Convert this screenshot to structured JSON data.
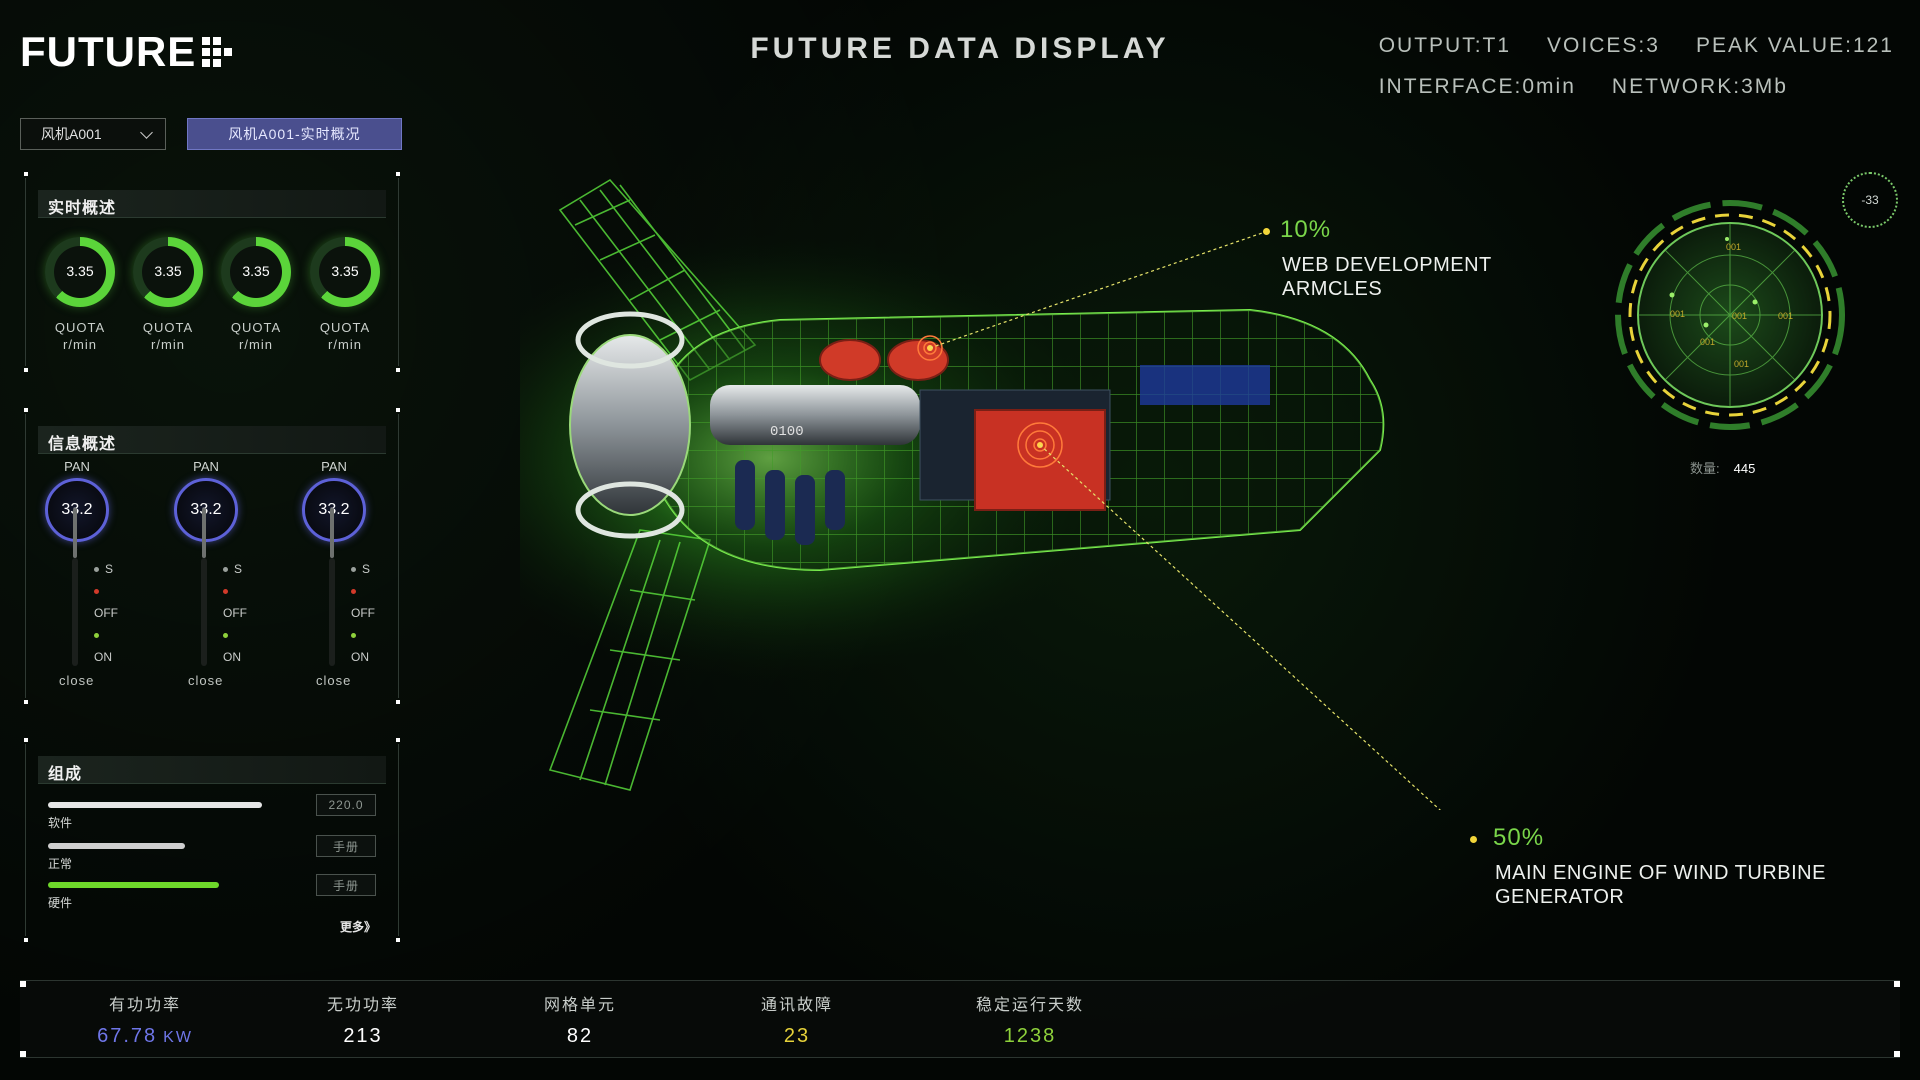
{
  "header": {
    "logo_text": "FUTURE",
    "title": "FUTURE DATA DISPLAY",
    "stats_row1": [
      {
        "label": "OUTPUT:",
        "value": "T1"
      },
      {
        "label": "VOICES:",
        "value": "3"
      },
      {
        "label": "PEAK VALUE:",
        "value": "121"
      }
    ],
    "stats_row2": [
      {
        "label": "INTERFACE:",
        "value": "0min"
      },
      {
        "label": "NETWORK:",
        "value": "3Mb"
      }
    ]
  },
  "controls": {
    "device_select_value": "风机A001",
    "overview_button": "风机A001-实时概况"
  },
  "realtime_panel": {
    "title": "实时概述",
    "gauges": [
      {
        "value": "3.35",
        "label": "QUOTA",
        "unit": "r/min"
      },
      {
        "value": "3.35",
        "label": "QUOTA",
        "unit": "r/min"
      },
      {
        "value": "3.35",
        "label": "QUOTA",
        "unit": "r/min"
      },
      {
        "value": "3.35",
        "label": "QUOTA",
        "unit": "r/min"
      }
    ]
  },
  "info_panel": {
    "title": "信息概述",
    "pans": [
      {
        "label": "PAN",
        "value": "33.2",
        "options": [
          "S",
          "OFF",
          "ON"
        ],
        "bottom": "close"
      },
      {
        "label": "PAN",
        "value": "33.2",
        "options": [
          "S",
          "OFF",
          "ON"
        ],
        "bottom": "close"
      },
      {
        "label": "PAN",
        "value": "33.2",
        "options": [
          "S",
          "OFF",
          "ON"
        ],
        "bottom": "close"
      }
    ],
    "option_colors": [
      "#9aa09c",
      "#d23a2a",
      "#8ed13b"
    ]
  },
  "composition_panel": {
    "title": "组成",
    "rows": [
      {
        "label": "软件",
        "fill": 0.95,
        "color": "#e6e6e6",
        "button": "220.0"
      },
      {
        "label": "正常",
        "fill": 0.61,
        "color": "#cfcfcf",
        "button": "手册"
      },
      {
        "label": "硬件",
        "fill": 0.76,
        "color": "#6ed82a",
        "button": "手册"
      }
    ],
    "more_link": "更多》"
  },
  "callouts": [
    {
      "percent": "10%",
      "line1": "WEB DEVELOPMENT",
      "line2": "ARMCLES"
    },
    {
      "percent": "50%",
      "line1": "MAIN ENGINE OF WIND TURBINE",
      "line2": "GENERATOR"
    }
  ],
  "radar": {
    "labels": [
      "001",
      "001",
      "001",
      "001",
      "001",
      "001"
    ],
    "count_label": "数量:",
    "count_value": "445",
    "mini_dial_value": "-33"
  },
  "turbine": {
    "model_label": "0100"
  },
  "bottom_kpis": [
    {
      "label": "有功功率",
      "value": "67.78",
      "unit": "KW",
      "color": "#6f76e8"
    },
    {
      "label": "无功功率",
      "value": "213",
      "unit": "",
      "color": "#ffffff"
    },
    {
      "label": "网格单元",
      "value": "82",
      "unit": "",
      "color": "#ffffff"
    },
    {
      "label": "通讯故障",
      "value": "23",
      "unit": "",
      "color": "#e6d23a"
    },
    {
      "label": "稳定运行天数",
      "value": "1238",
      "unit": "",
      "color": "#8ed13b"
    }
  ]
}
